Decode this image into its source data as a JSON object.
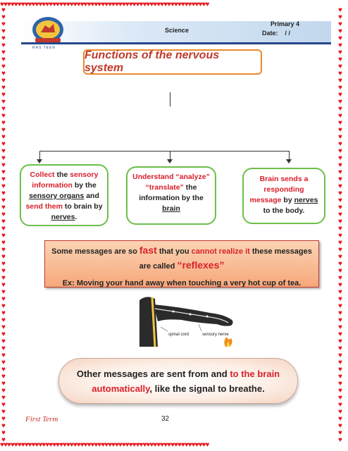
{
  "header": {
    "subject": "Science",
    "grade": "Primary 4",
    "date_label": "Date:",
    "date_value": "/ /",
    "school_text": "RAS TEEN"
  },
  "title": "Functions of the nervous system",
  "boxes": [
    {
      "parts": [
        {
          "t": "Collect",
          "s": "red"
        },
        {
          "t": " the ",
          "s": ""
        },
        {
          "t": "sensory information",
          "s": "red"
        },
        {
          "t": " by the ",
          "s": ""
        },
        {
          "t": "sensory organs",
          "s": "u"
        },
        {
          "t": " and ",
          "s": ""
        },
        {
          "t": "send them",
          "s": "red"
        },
        {
          "t": " to brain by ",
          "s": ""
        },
        {
          "t": "nerves",
          "s": "u"
        },
        {
          "t": ".",
          "s": ""
        }
      ]
    },
    {
      "parts": [
        {
          "t": "Understand “analyze” “translate”",
          "s": "red"
        },
        {
          "t": " the information by the ",
          "s": ""
        },
        {
          "t": "brain",
          "s": "u"
        }
      ]
    },
    {
      "parts": [
        {
          "t": "Brain sends a responding message",
          "s": "red"
        },
        {
          "t": " by ",
          "s": ""
        },
        {
          "t": "nerves",
          "s": "u"
        },
        {
          "t": " to the body.",
          "s": ""
        }
      ]
    }
  ],
  "reflex": {
    "l1_a": "Some messages are so ",
    "l1_fast": "fast",
    "l1_b": " that you ",
    "l1_cannot": "cannot realize it",
    "l1_c": " these messages",
    "l2_a": "are called ",
    "l2_reflexes": "“reflexes”",
    "example": "Ex: Moving your hand away when touching a very hot cup of tea."
  },
  "figure": {
    "label_spinal": "spinal cord",
    "label_sensory": "sensory nerve"
  },
  "auto": {
    "a": "Other messages are sent from and ",
    "b": "to the brain",
    "c": "automatically",
    "d": ", like the signal to breathe."
  },
  "footer": {
    "term": "First Term",
    "page": "32"
  },
  "colors": {
    "heart": "#e8141c",
    "accent_red": "#d8202a",
    "box_border_green": "#6cbf4a",
    "title_border_orange": "#e88b2e",
    "header_navy": "#27468a"
  }
}
